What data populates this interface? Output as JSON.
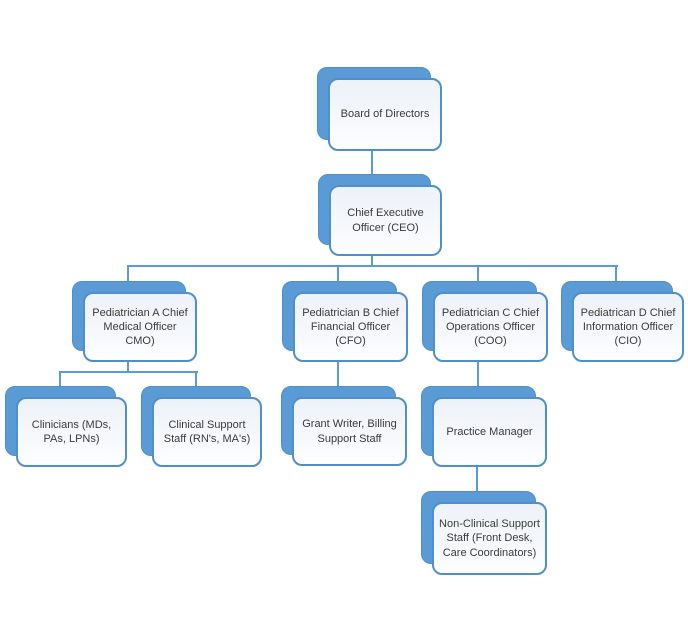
{
  "colors": {
    "background": "#ffffff",
    "accent": "#5b9bd5",
    "box_border": "#4e8fcc",
    "box_fill_top": "#edf2f9",
    "box_fill_bottom": "#fdfeff",
    "line": "#5b9bd5",
    "text": "#3a3a3a"
  },
  "diagram": {
    "type": "org_chart",
    "nodes": {
      "board": {
        "label": "Board of Directors"
      },
      "ceo": {
        "label": "Chief Executive Officer (CEO)"
      },
      "cmo": {
        "label": "Pediatrician A Chief Medical Officer CMO)"
      },
      "cfo": {
        "label": "Pediatrician B Chief Financial Officer (CFO)"
      },
      "coo": {
        "label": "Pediatrician C Chief Operations Officer (COO)"
      },
      "cio": {
        "label": "Pediatrican D Chief Information Officer (CIO)"
      },
      "clinicians": {
        "label": "Clinicians (MDs, PAs, LPNs)"
      },
      "clinical_support": {
        "label": "Clinical Support Staff (RN's, MA's)"
      },
      "grant_writer": {
        "label": "Grant Writer, Billing Support Staff"
      },
      "practice_manager": {
        "label": "Practice Manager"
      },
      "non_clinical": {
        "label": "Non-Clinical Support Staff (Front Desk, Care Coordinators)"
      }
    },
    "edges": [
      [
        "board",
        "ceo"
      ],
      [
        "ceo",
        "cmo"
      ],
      [
        "ceo",
        "cfo"
      ],
      [
        "ceo",
        "coo"
      ],
      [
        "ceo",
        "cio"
      ],
      [
        "cmo",
        "clinicians"
      ],
      [
        "cmo",
        "clinical_support"
      ],
      [
        "cfo",
        "grant_writer"
      ],
      [
        "coo",
        "practice_manager"
      ],
      [
        "practice_manager",
        "non_clinical"
      ]
    ]
  }
}
